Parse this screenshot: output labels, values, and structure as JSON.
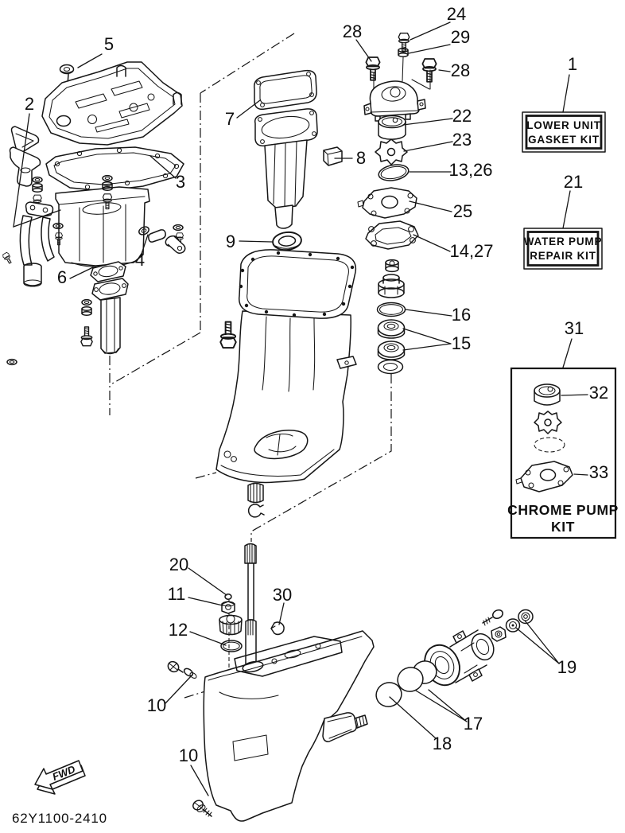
{
  "diagram": {
    "part_code": "62Y1100-2410",
    "fwd_label": "FWD",
    "boxes": {
      "gasket_kit": {
        "line1": "LOWER UNIT",
        "line2": "GASKET KIT"
      },
      "repair_kit": {
        "line1": "WATER PUMP",
        "line2": "REPAIR KIT"
      },
      "chrome_kit": {
        "line1": "CHROME PUMP",
        "line2": "KIT"
      }
    },
    "callouts": [
      {
        "label": "5"
      },
      {
        "label": "2"
      },
      {
        "label": "7"
      },
      {
        "label": "3"
      },
      {
        "label": "28"
      },
      {
        "label": "24"
      },
      {
        "label": "29"
      },
      {
        "label": "28"
      },
      {
        "label": "1"
      },
      {
        "label": "22"
      },
      {
        "label": "23"
      },
      {
        "label": "8"
      },
      {
        "label": "13,26"
      },
      {
        "label": "21"
      },
      {
        "label": "25"
      },
      {
        "label": "14,27"
      },
      {
        "label": "9"
      },
      {
        "label": "4"
      },
      {
        "label": "6"
      },
      {
        "label": "16"
      },
      {
        "label": "15"
      },
      {
        "label": "31"
      },
      {
        "label": "32"
      },
      {
        "label": "33"
      },
      {
        "label": "20"
      },
      {
        "label": "11"
      },
      {
        "label": "12"
      },
      {
        "label": "30"
      },
      {
        "label": "10"
      },
      {
        "label": "19"
      },
      {
        "label": "17"
      },
      {
        "label": "18"
      },
      {
        "label": "10"
      }
    ]
  }
}
